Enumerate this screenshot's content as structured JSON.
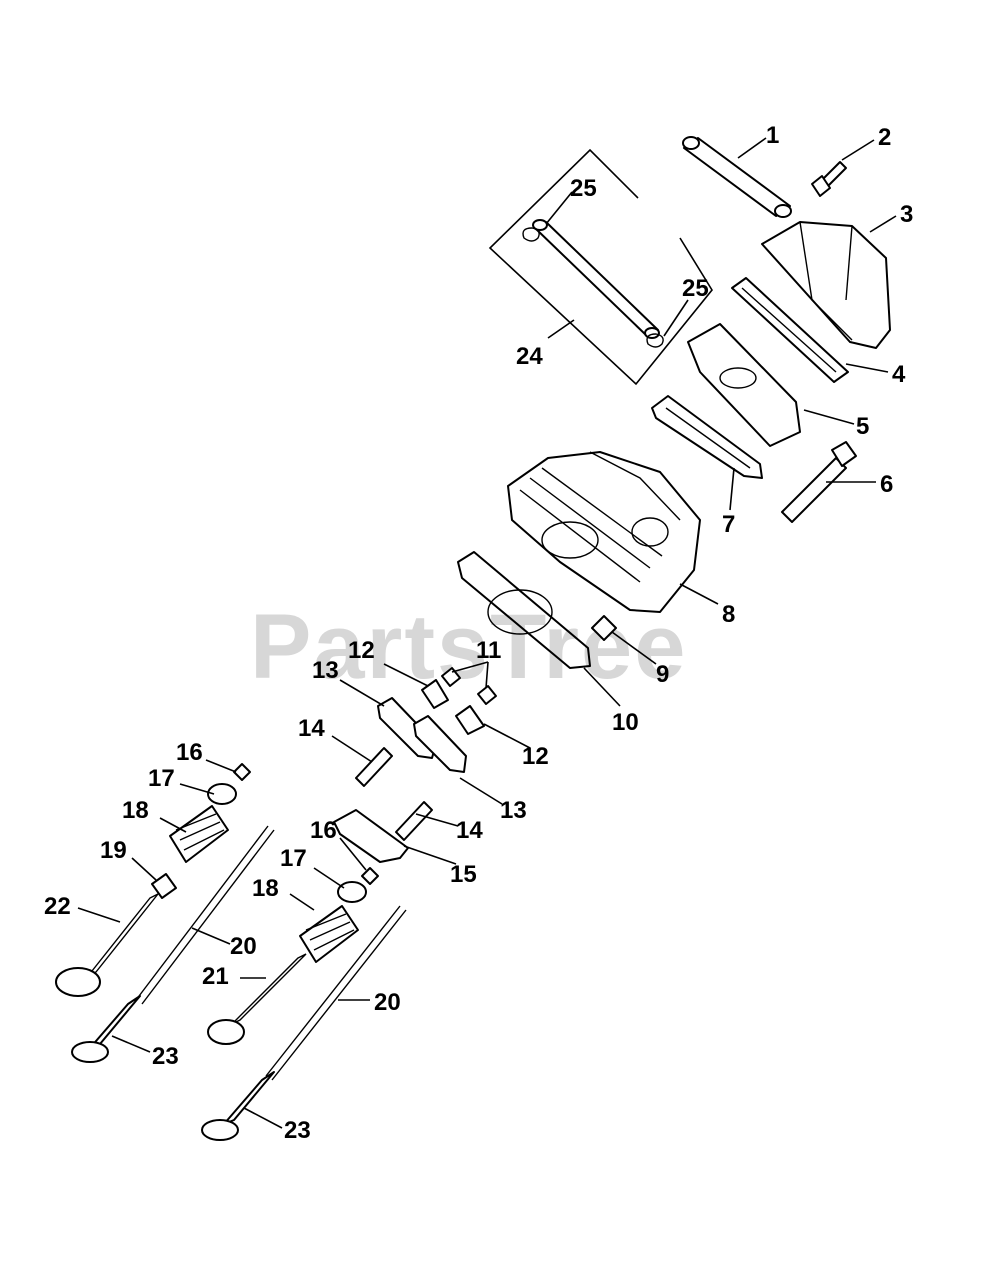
{
  "watermark": "PartsTree",
  "callouts": {
    "c1": "1",
    "c2": "2",
    "c3": "3",
    "c4": "4",
    "c5": "5",
    "c6": "6",
    "c7": "7",
    "c8": "8",
    "c9": "9",
    "c10": "10",
    "c11": "11",
    "c12a": "12",
    "c12b": "12",
    "c13a": "13",
    "c13b": "13",
    "c14a": "14",
    "c14b": "14",
    "c15": "15",
    "c16a": "16",
    "c16b": "16",
    "c17a": "17",
    "c17b": "17",
    "c18a": "18",
    "c18b": "18",
    "c19": "19",
    "c20a": "20",
    "c20b": "20",
    "c21": "21",
    "c22": "22",
    "c23a": "23",
    "c23b": "23",
    "c24": "24",
    "c25a": "25",
    "c25b": "25"
  },
  "icons": {
    "diagram": "exploded-parts-diagram"
  }
}
